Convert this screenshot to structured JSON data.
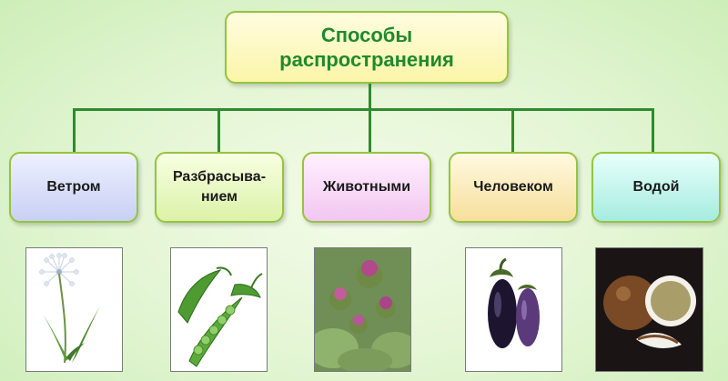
{
  "title": {
    "line1": "Способы",
    "line2": "распространения"
  },
  "categories": [
    {
      "lines": [
        "Ветром"
      ],
      "image": "dandelion"
    },
    {
      "lines": [
        "Разбрасыва-",
        "нием"
      ],
      "image": "pea-pods"
    },
    {
      "lines": [
        "Животными"
      ],
      "image": "burdock"
    },
    {
      "lines": [
        "Человеком"
      ],
      "image": "eggplant"
    },
    {
      "lines": [
        "Водой"
      ],
      "image": "coconut"
    }
  ],
  "colors": {
    "connector": "#2e8b2e",
    "title_text": "#1f8a2c",
    "box_border": "#95c43f"
  }
}
